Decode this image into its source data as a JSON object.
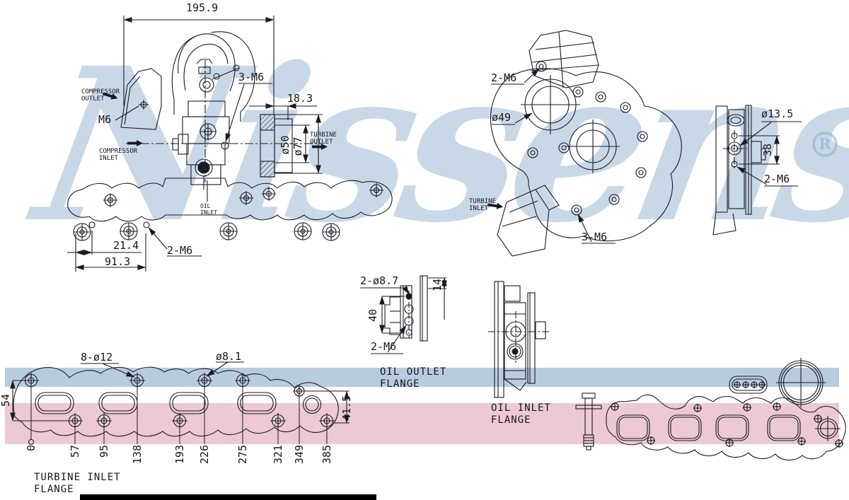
{
  "watermark": {
    "text": "Nissens",
    "registered": "R"
  },
  "side_view": {
    "overall_width": "195.9",
    "compressor_outlet": "COMPRESSOR\nOUTLET",
    "m6": "M6",
    "bolts_3m6": "3-M6",
    "offset_18_3": "18.3",
    "dia_50": "ø50",
    "dia_77": "ø77",
    "turbine_outlet": "TURBINE\nOUTLET",
    "compressor_inlet": "COMPRESSOR\nINLET",
    "oil_inlet": "OIL\nINLET",
    "dim_21_4": "21.4",
    "bolts_2m6": "2-M6",
    "dim_91_3": "91.3"
  },
  "front_view": {
    "bolts_2m6": "2-M6",
    "dia_49": "ø49",
    "turbine_inlet": "TURBINE\nINLET",
    "bolts_3m6": "3-M6"
  },
  "end_view": {
    "dia_13_5": "ø13.5",
    "dim_38": "38",
    "bolts_2m6": "2-M6"
  },
  "oil_outlet_flange": {
    "holes": "2-ø8.7",
    "dim_14": "14",
    "dim_40": "40",
    "bolts_2m6": "2-M6",
    "caption": "OIL OUTLET\nFLANGE"
  },
  "oil_inlet_flange": {
    "caption": "OIL INLET\nFLANGE"
  },
  "turbine_inlet_flange": {
    "holes": "8-ø12",
    "port": "ø8.1",
    "dim_54": "54",
    "dim_41_5": "41.5",
    "caption": "TURBINE INLET\nFLANGE",
    "stations": [
      "0",
      "57",
      "95",
      "138",
      "193",
      "226",
      "275",
      "321",
      "349",
      "385"
    ]
  }
}
